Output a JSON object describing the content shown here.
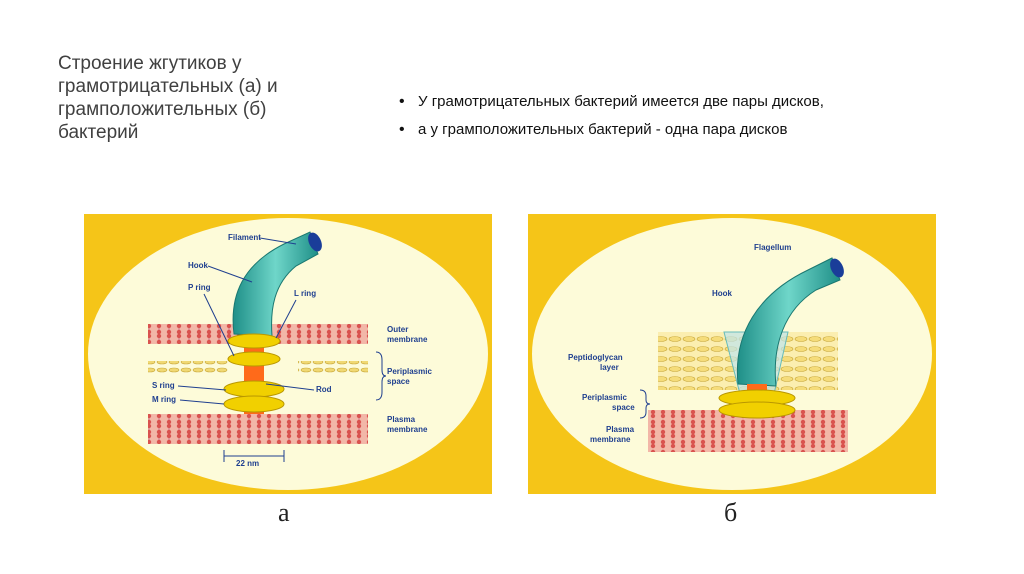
{
  "slide": {
    "title_lines": [
      "Строение жгутиков у",
      "грамотрицательных (а) и",
      "грамположительных (б)",
      "бактерий"
    ],
    "bullets": [
      "У грамотрицательных бактерий имеется две пары дисков,",
      "а у грамположительных бактерий - одна пара дисков"
    ]
  },
  "figure_a": {
    "caption": "а",
    "labels": {
      "filament": "Filament",
      "hook": "Hook",
      "p_ring": "P ring",
      "l_ring": "L ring",
      "outer_membrane_1": "Outer",
      "outer_membrane_2": "membrane",
      "periplasmic_1": "Periplasmic",
      "periplasmic_2": "space",
      "s_ring": "S ring",
      "m_ring": "M ring",
      "rod": "Rod",
      "plasma_1": "Plasma",
      "plasma_2": "membrane",
      "scale": "22 nm"
    }
  },
  "figure_b": {
    "caption": "б",
    "labels": {
      "flagellum": "Flagellum",
      "hook": "Hook",
      "peptidoglycan_1": "Peptidoglycan",
      "peptidoglycan_2": "layer",
      "periplasmic_1": "Periplasmic",
      "periplasmic_2": "space",
      "plasma_1": "Plasma",
      "plasma_2": "membrane"
    }
  },
  "colors": {
    "frame": "#f5c518",
    "oval": "#fdfbd9",
    "filament": "#3bb5a8",
    "ring": "#f1d000",
    "rod": "#ff6a1a",
    "membrane": "#e88c88",
    "peptidoglycan": "#f3de8a",
    "label": "#1f3f8f"
  }
}
